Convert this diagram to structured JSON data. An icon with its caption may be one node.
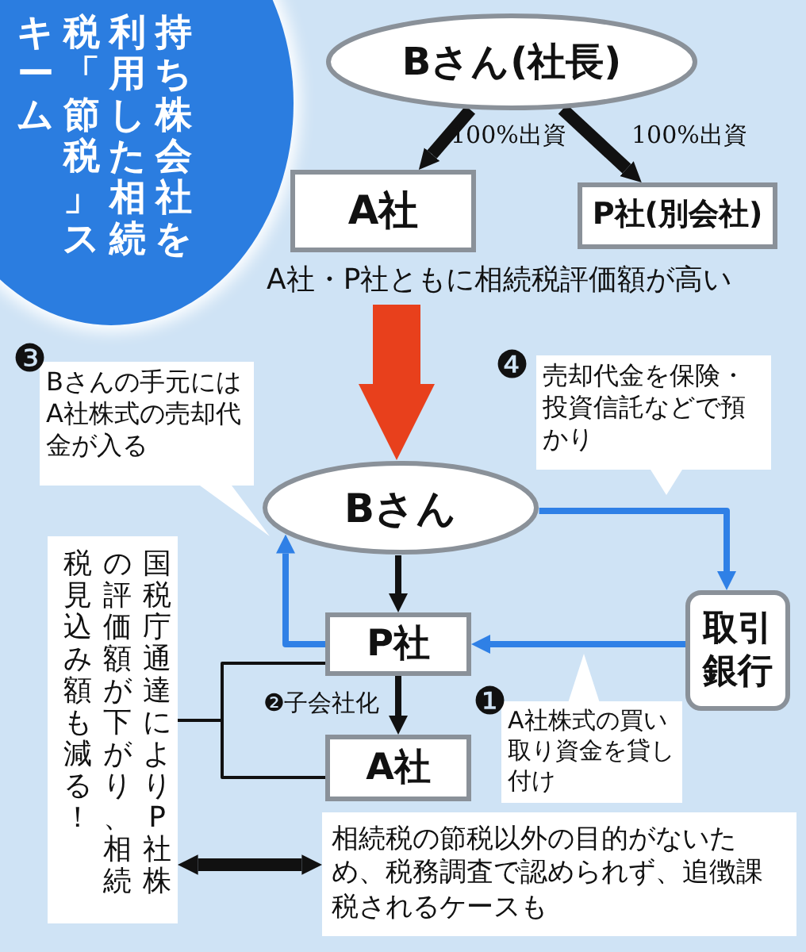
{
  "diagram": {
    "title": "持ち株会社を利用した相続税「節税」スキーム",
    "nodes": [
      {
        "text": [
          "Bさん(社長)"
        ]
      },
      {
        "text": [
          "A社"
        ]
      },
      {
        "text": [
          "P社(別会社)"
        ]
      },
      {
        "text": [
          "A社・P社ともに相続税評価額が高い"
        ]
      },
      {
        "text": [
          "❸",
          "Bさんの手元にはA社株式の売却代金が入る"
        ]
      },
      {
        "text": [
          "❹",
          "売却代金を保険・投資信託などで預かり"
        ]
      },
      {
        "text": [
          "Bさん"
        ]
      },
      {
        "text": [
          "P社"
        ]
      },
      {
        "text": [
          "取引銀行"
        ]
      },
      {
        "text": [
          "❶",
          "A社株式の買い取り資金を貸し付け"
        ]
      },
      {
        "text": [
          "A社"
        ]
      },
      {
        "text": [
          "国税庁通達によりP社株の評価額が下がり、相続税見込み額も減る！"
        ]
      },
      {
        "text": [
          "相続税の節税以外の目的がないため、税務調査で認められず、追徴課税されるケースも"
        ]
      }
    ],
    "edges": [
      {
        "from": 0,
        "to": 1,
        "arrow": "to",
        "label": "100%出資",
        "style": "thick"
      },
      {
        "from": 0,
        "to": 2,
        "arrow": "to",
        "label": "100%出資",
        "style": "thick"
      },
      {
        "from": 3,
        "to": 6,
        "arrow": "to",
        "style": "thick",
        "color": "#e8401c"
      },
      {
        "from": 6,
        "to": 7,
        "arrow": "to"
      },
      {
        "from": 7,
        "to": 10,
        "arrow": "to",
        "label": "❷子会社化"
      },
      {
        "from": 6,
        "to": 8,
        "arrow": "to",
        "color": "#2f80e6"
      },
      {
        "from": 8,
        "to": 7,
        "arrow": "to",
        "color": "#2f80e6"
      },
      {
        "from": 7,
        "to": 6,
        "arrow": "to",
        "color": "#2f80e6"
      },
      {
        "from": 11,
        "to": 7,
        "arrow": "none"
      },
      {
        "from": 11,
        "to": 10,
        "arrow": "none"
      },
      {
        "from": 11,
        "to": 12,
        "arrow": "both",
        "style": "thick"
      }
    ]
  }
}
